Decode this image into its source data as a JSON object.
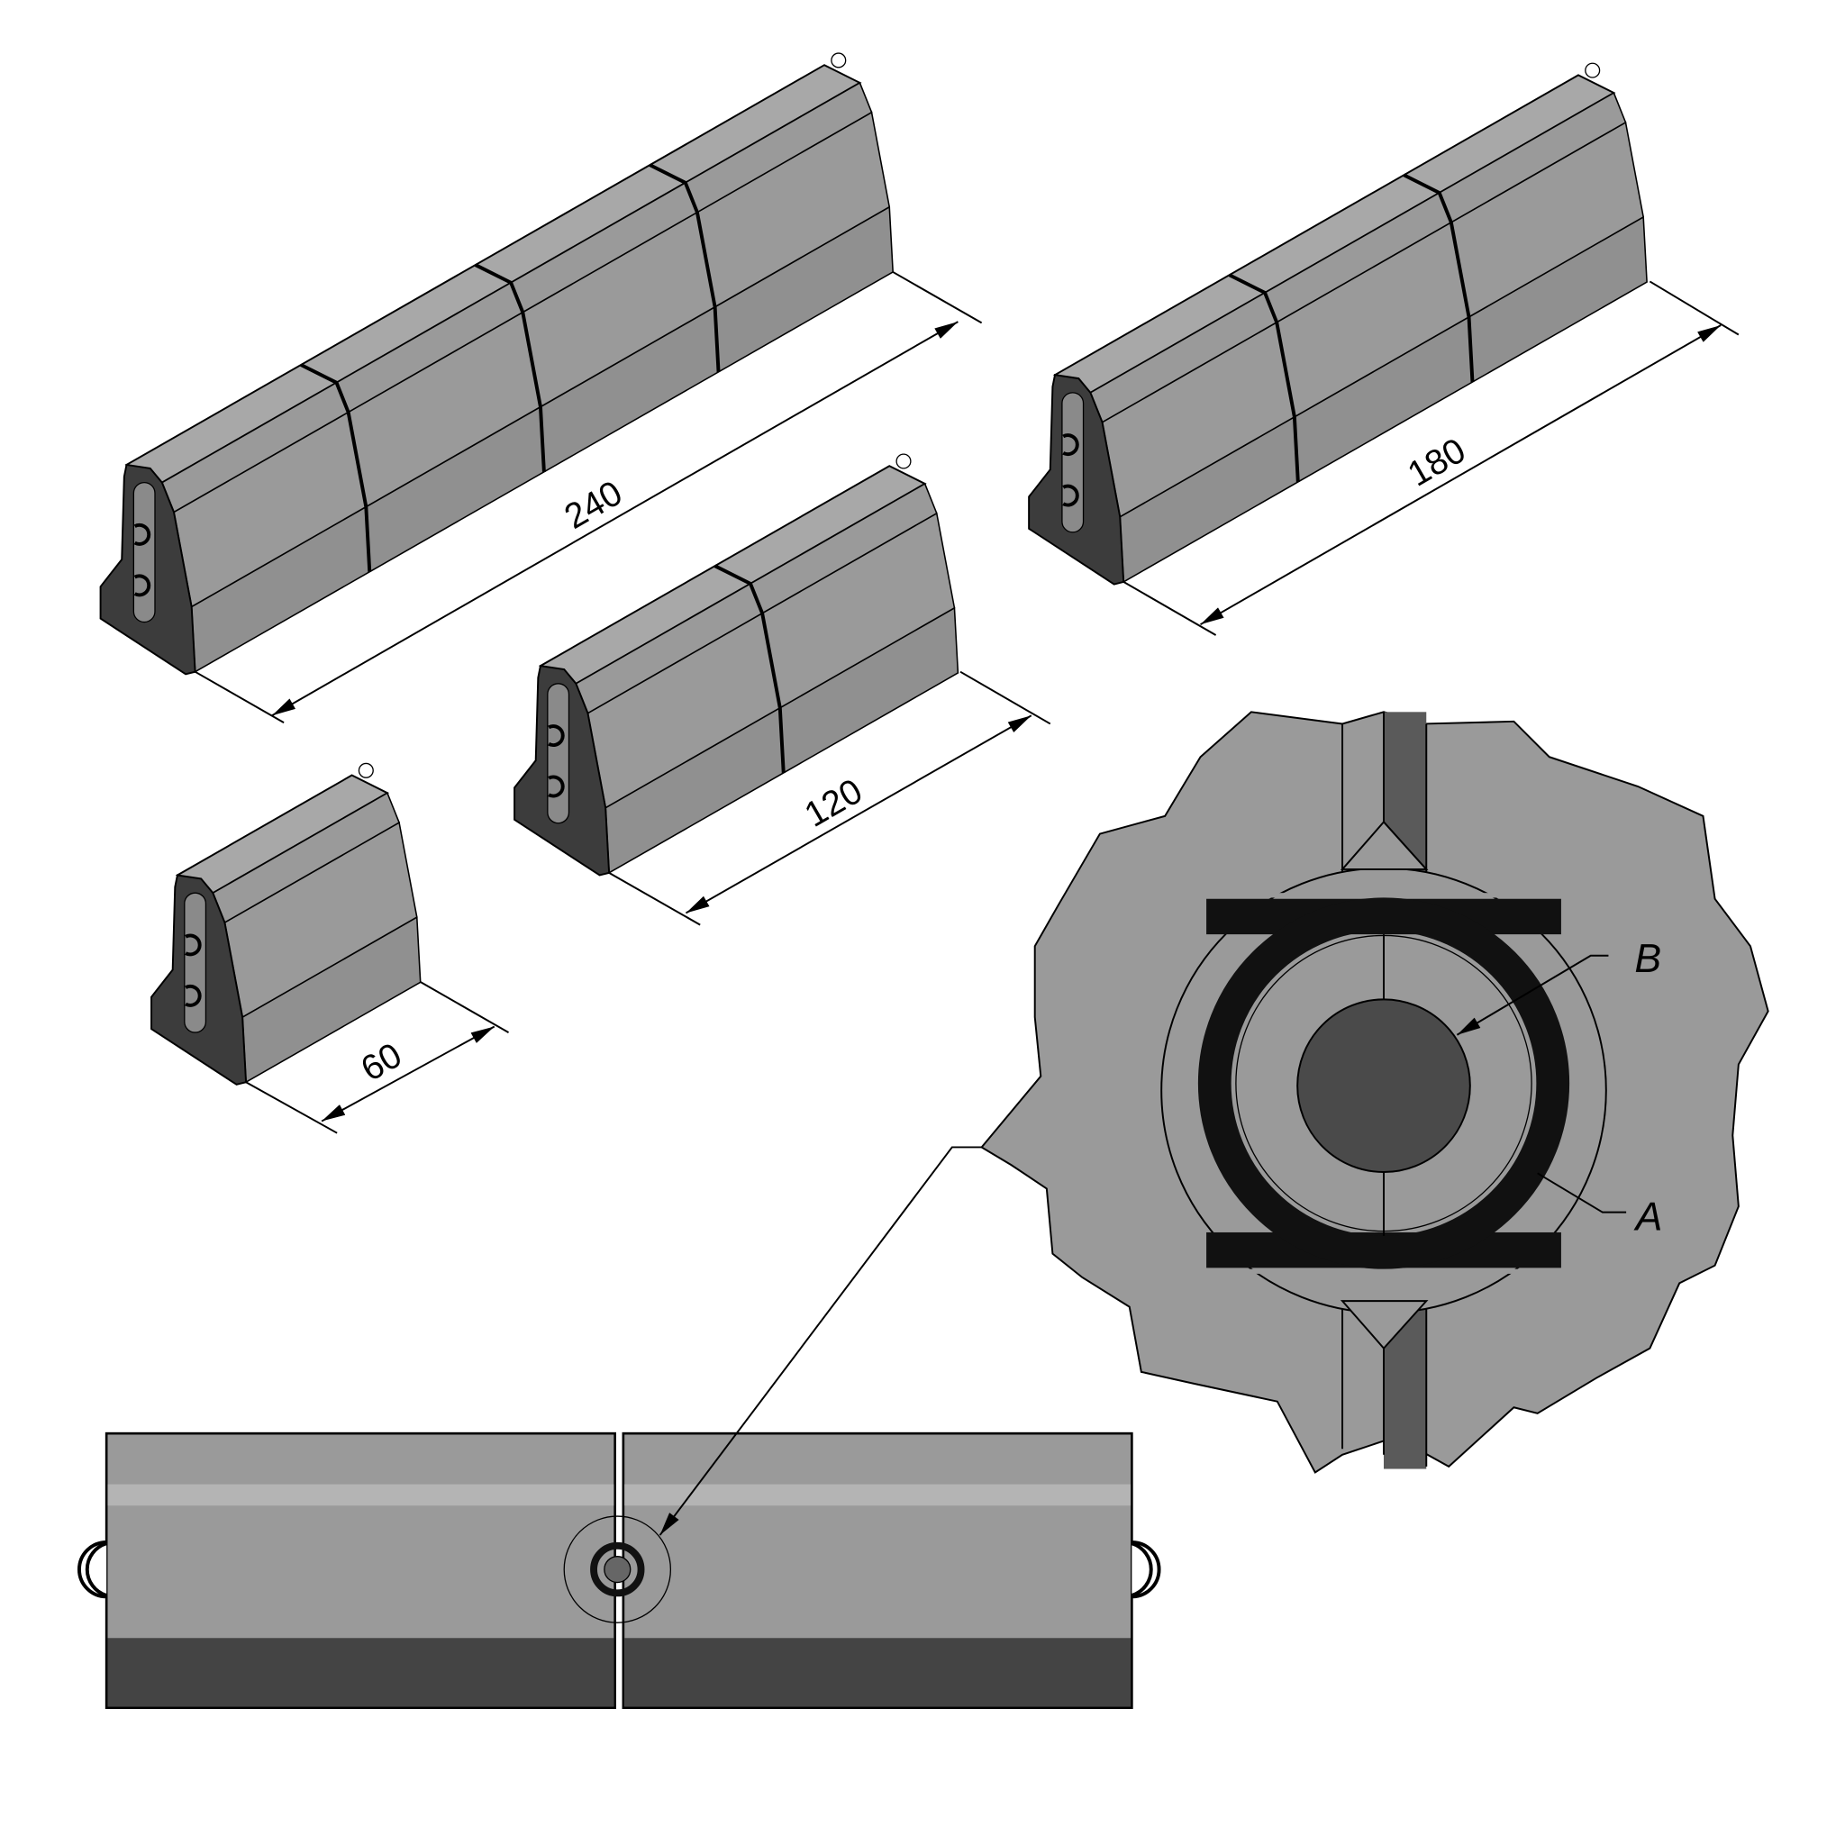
{
  "dimensions": {
    "d240": "240",
    "d180": "180",
    "d120": "120",
    "d60": "60"
  },
  "barriers": [
    {
      "id": "barrier-240",
      "length": 240,
      "segments": 4
    },
    {
      "id": "barrier-180",
      "length": 180,
      "segments": 3
    },
    {
      "id": "barrier-120",
      "length": 120,
      "segments": 2
    },
    {
      "id": "barrier-60",
      "length": 60,
      "segments": 1
    }
  ],
  "callouts": {
    "a": "A",
    "b": "B"
  },
  "colors": {
    "face": "#9a9a9a",
    "face_light": "#a8a8a8",
    "end": "#3c3c3c",
    "ring": "#111111",
    "pin": "#4a4a4a"
  }
}
